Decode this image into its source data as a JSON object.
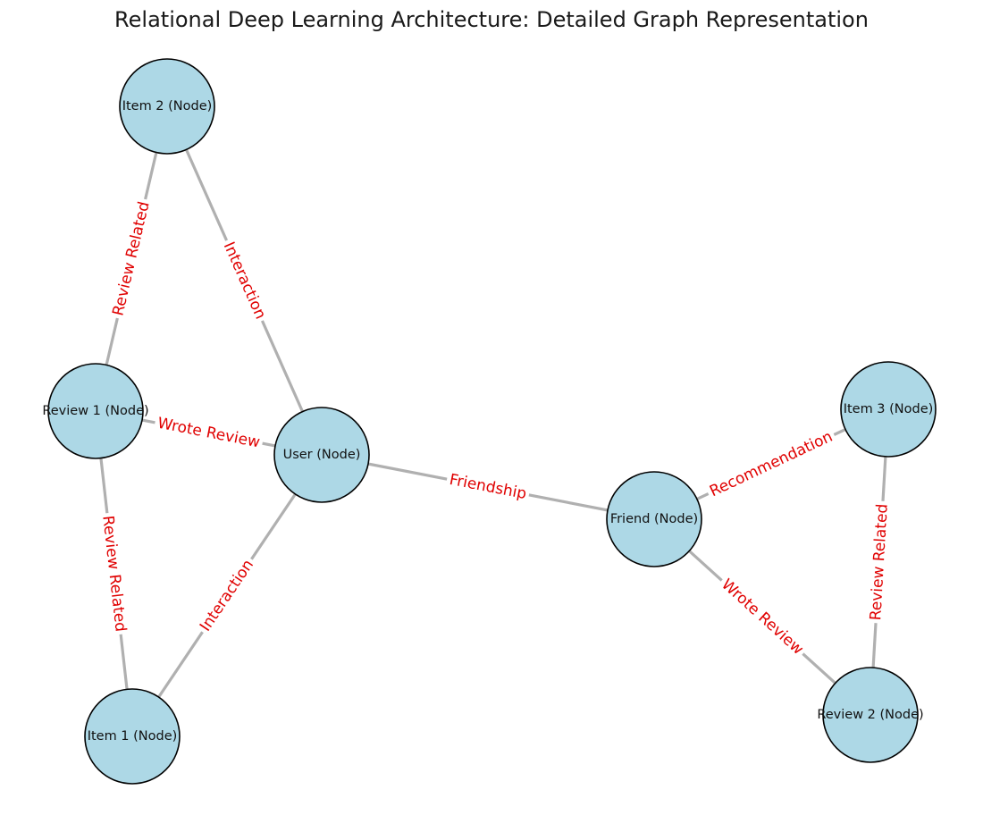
{
  "title": "Relational Deep Learning Architecture: Detailed Graph Representation",
  "colors": {
    "node_fill": "#add8e6",
    "node_stroke": "#000000",
    "edge": "#b0b0b0",
    "edge_label": "#e00000",
    "text": "#111111"
  },
  "nodes": [
    {
      "id": "user",
      "label": "User (Node)"
    },
    {
      "id": "item1",
      "label": "Item 1 (Node)"
    },
    {
      "id": "item2",
      "label": "Item 2 (Node)"
    },
    {
      "id": "review1",
      "label": "Review 1 (Node)"
    },
    {
      "id": "friend",
      "label": "Friend (Node)"
    },
    {
      "id": "item3",
      "label": "Item 3 (Node)"
    },
    {
      "id": "review2",
      "label": "Review 2 (Node)"
    }
  ],
  "edges": [
    {
      "source": "user",
      "target": "item2",
      "label": "Interaction"
    },
    {
      "source": "user",
      "target": "review1",
      "label": "Wrote Review"
    },
    {
      "source": "user",
      "target": "item1",
      "label": "Interaction"
    },
    {
      "source": "user",
      "target": "friend",
      "label": "Friendship"
    },
    {
      "source": "item2",
      "target": "review1",
      "label": "Review Related"
    },
    {
      "source": "review1",
      "target": "item1",
      "label": "Review Related"
    },
    {
      "source": "friend",
      "target": "item3",
      "label": "Recommendation"
    },
    {
      "source": "friend",
      "target": "review2",
      "label": "Wrote Review"
    },
    {
      "source": "item3",
      "target": "review2",
      "label": "Review Related"
    }
  ]
}
